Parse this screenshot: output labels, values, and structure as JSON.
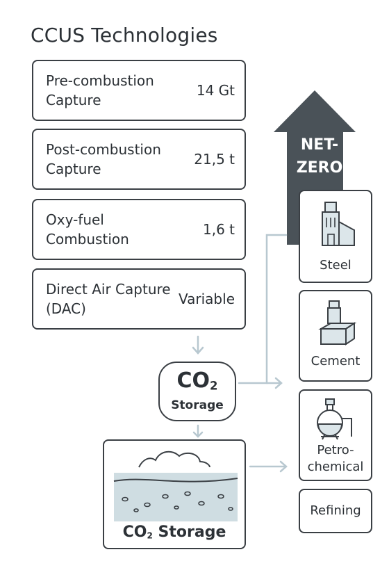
{
  "title": "CCUS Technologies",
  "technologies": [
    {
      "name": "Pre-combustion Capture",
      "value": "14 Gt"
    },
    {
      "name": "Post-combustion Capture",
      "value": "21,5 t"
    },
    {
      "name": "Oxy-fuel Combustion",
      "value": "1,6 t"
    },
    {
      "name": "Direct Air Capture (DAC)",
      "value": "Variable"
    }
  ],
  "storage_node": {
    "formula": "CO",
    "subscript": "2",
    "label": "Storage"
  },
  "storage_site": {
    "formula": "CO",
    "subscript": "2",
    "label": " Storage"
  },
  "net_zero": {
    "line1": "NET-",
    "line2": "ZERO"
  },
  "industries": [
    {
      "label": "Steel",
      "icon": "factory-icon"
    },
    {
      "label": "Cement",
      "icon": "cement-kiln-icon"
    },
    {
      "label": "Petro-\nchemical",
      "icon": "flask-icon"
    },
    {
      "label": "Refining",
      "icon": ""
    }
  ],
  "colors": {
    "arrow": "#4a5258",
    "outline": "#3a3f44",
    "connector": "#b8c8d0",
    "ground": "#cfdde2"
  }
}
